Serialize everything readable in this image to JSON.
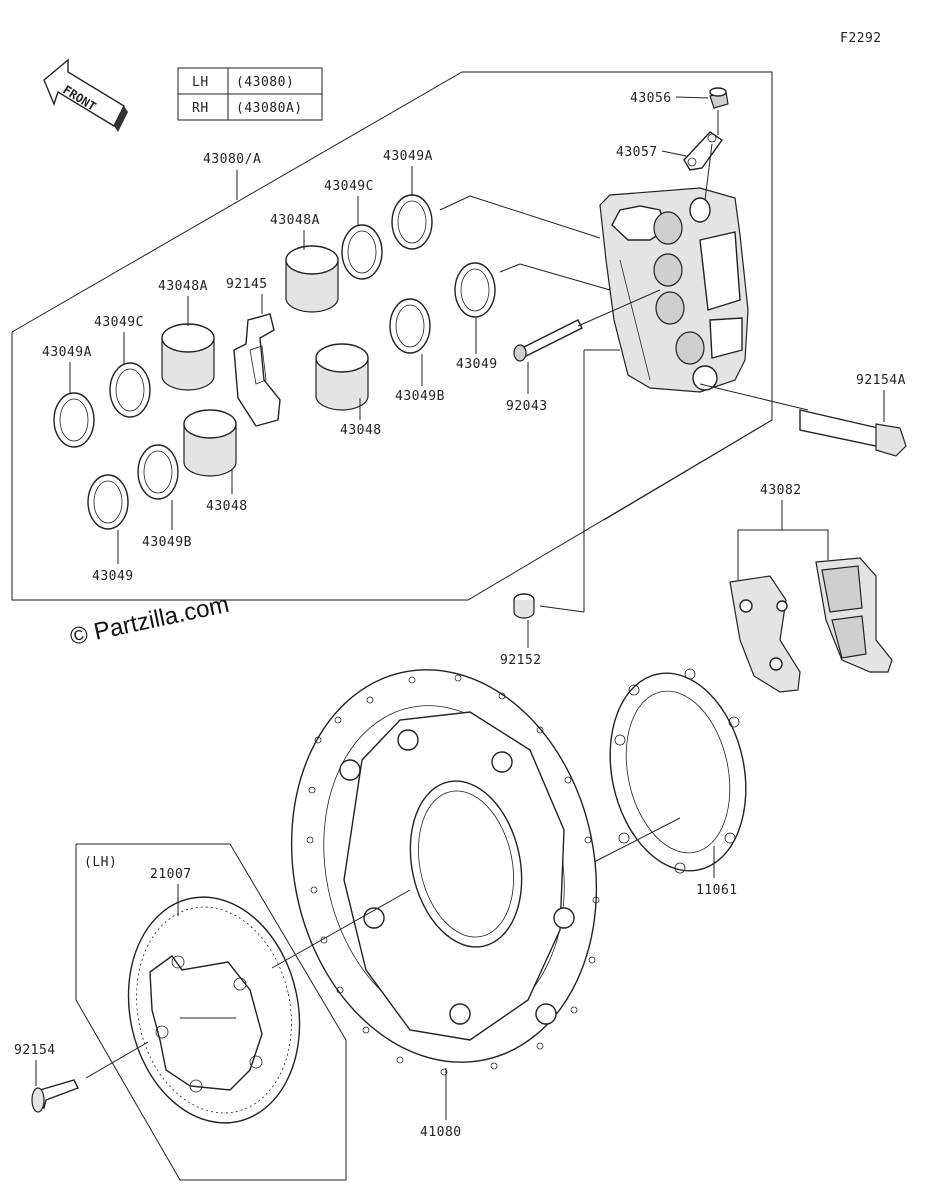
{
  "diagram_id": "F2292",
  "front_arrow_label": "FRONT",
  "caliper_table": {
    "rows": [
      {
        "side": "LH",
        "part": "(43080)"
      },
      {
        "side": "RH",
        "part": "(43080A)"
      }
    ]
  },
  "watermark": "© Partzilla.com",
  "assembly_note": "(LH)",
  "parts": {
    "p43080A": "43080/A",
    "p43049A_top": "43049A",
    "p43049C_top": "43049C",
    "p43048A_top": "43048A",
    "p92145": "92145",
    "p43048A_left": "43048A",
    "p43049C_left": "43049C",
    "p43049A_left": "43049A",
    "p43049_right": "43049",
    "p43049B_right": "43049B",
    "p43048_right": "43048",
    "p43048_left": "43048",
    "p43049B_left": "43049B",
    "p43049_left": "43049",
    "p43056": "43056",
    "p43057": "43057",
    "p92043": "92043",
    "p92154A": "92154A",
    "p43082": "43082",
    "p92152": "92152",
    "p11061": "11061",
    "p21007": "21007",
    "p92154": "92154",
    "p41080": "41080"
  }
}
